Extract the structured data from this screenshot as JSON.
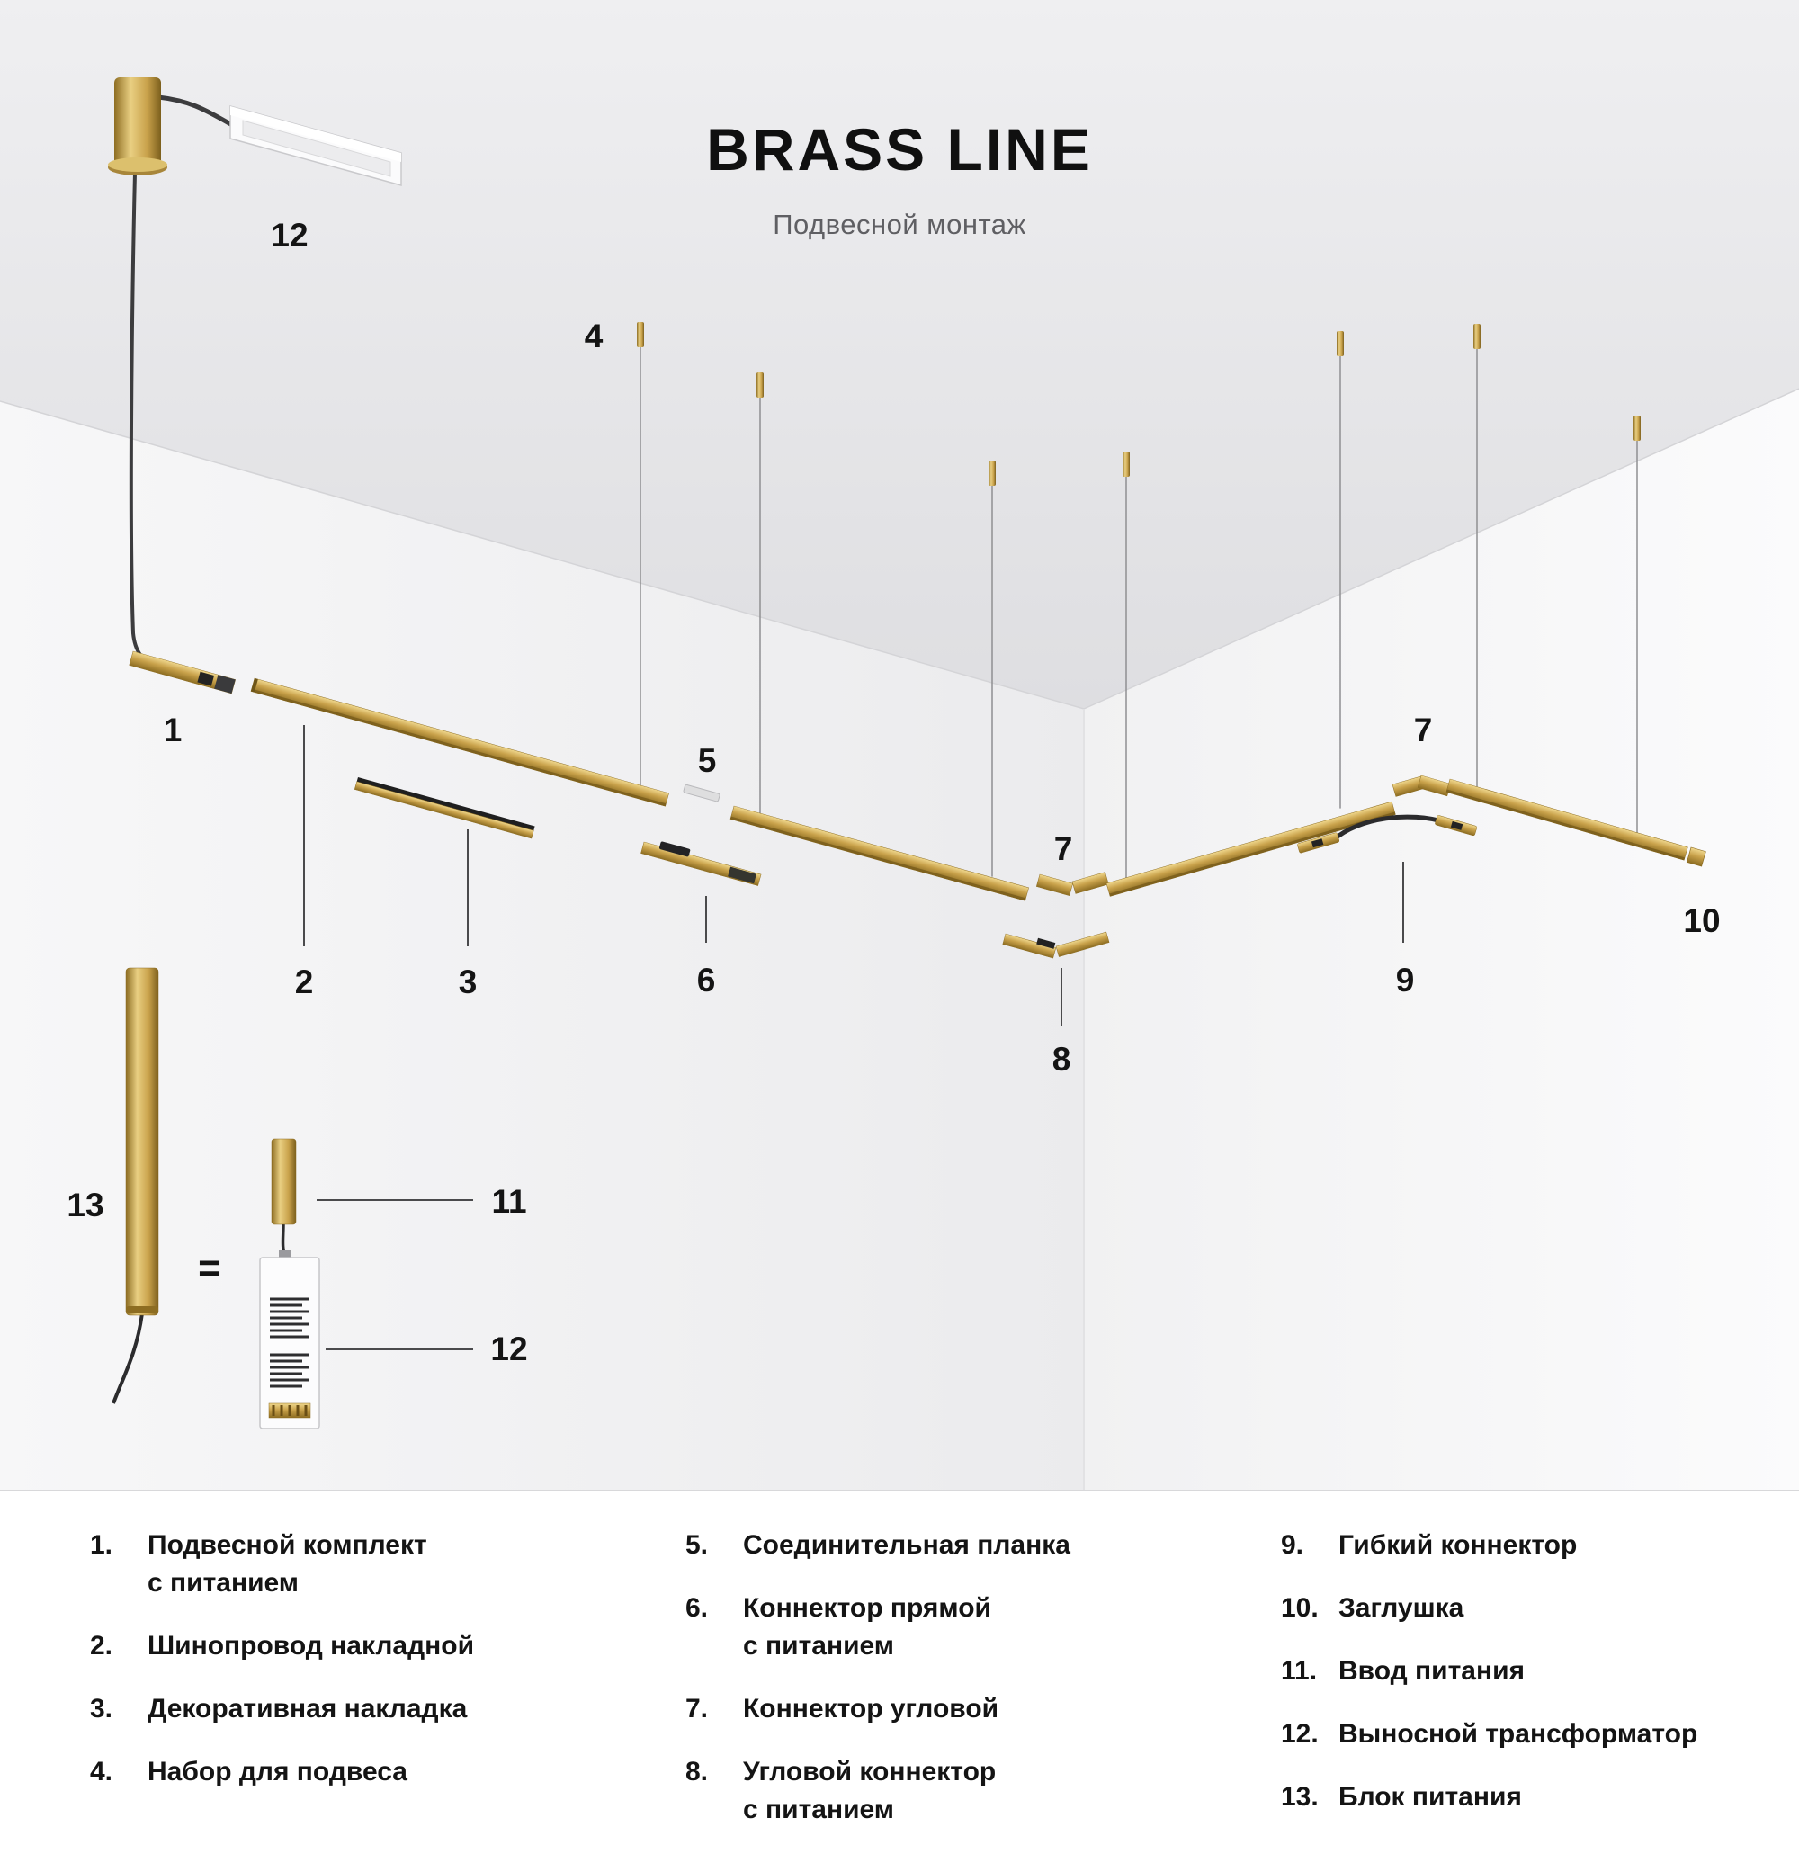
{
  "title": "BRASS LINE",
  "subtitle": "Подвесной монтаж",
  "colors": {
    "brass": "#C9A24B",
    "brass_dark": "#8D6D22",
    "cable": "#2B2B2D",
    "ceiling": "#E7E7E9",
    "wall_left": "#F0F0F1",
    "wall_right": "#F8F8F9",
    "text": "#141414"
  },
  "scene": {
    "labels": {
      "l1": "1",
      "l2": "2",
      "l3": "3",
      "l4": "4",
      "l5": "5",
      "l6": "6",
      "l7a": "7",
      "l7b": "7",
      "l8": "8",
      "l9": "9",
      "l10": "10",
      "l11": "11",
      "l12_top": "12",
      "l12_psu": "12",
      "l13": "13",
      "equals": "="
    }
  },
  "legend": {
    "columns": [
      {
        "items": [
          {
            "num": "1.",
            "label": "Подвесной комплект\nс питанием"
          },
          {
            "num": "2.",
            "label": "Шинопровод накладной"
          },
          {
            "num": "3.",
            "label": "Декоративная накладка"
          },
          {
            "num": "4.",
            "label": "Набор для подвеса"
          }
        ]
      },
      {
        "items": [
          {
            "num": "5.",
            "label": "Соединительная планка"
          },
          {
            "num": "6.",
            "label": "Коннектор прямой\nс питанием"
          },
          {
            "num": "7.",
            "label": "Коннектор угловой"
          },
          {
            "num": "8.",
            "label": "Угловой коннектор\nс питанием"
          }
        ]
      },
      {
        "items": [
          {
            "num": "9.",
            "label": "Гибкий коннектор"
          },
          {
            "num": "10.",
            "label": "Заглушка"
          },
          {
            "num": "11.",
            "label": "Ввод питания"
          },
          {
            "num": "12.",
            "label": "Выносной трансформатор"
          },
          {
            "num": "13.",
            "label": "Блок питания"
          }
        ]
      }
    ]
  }
}
